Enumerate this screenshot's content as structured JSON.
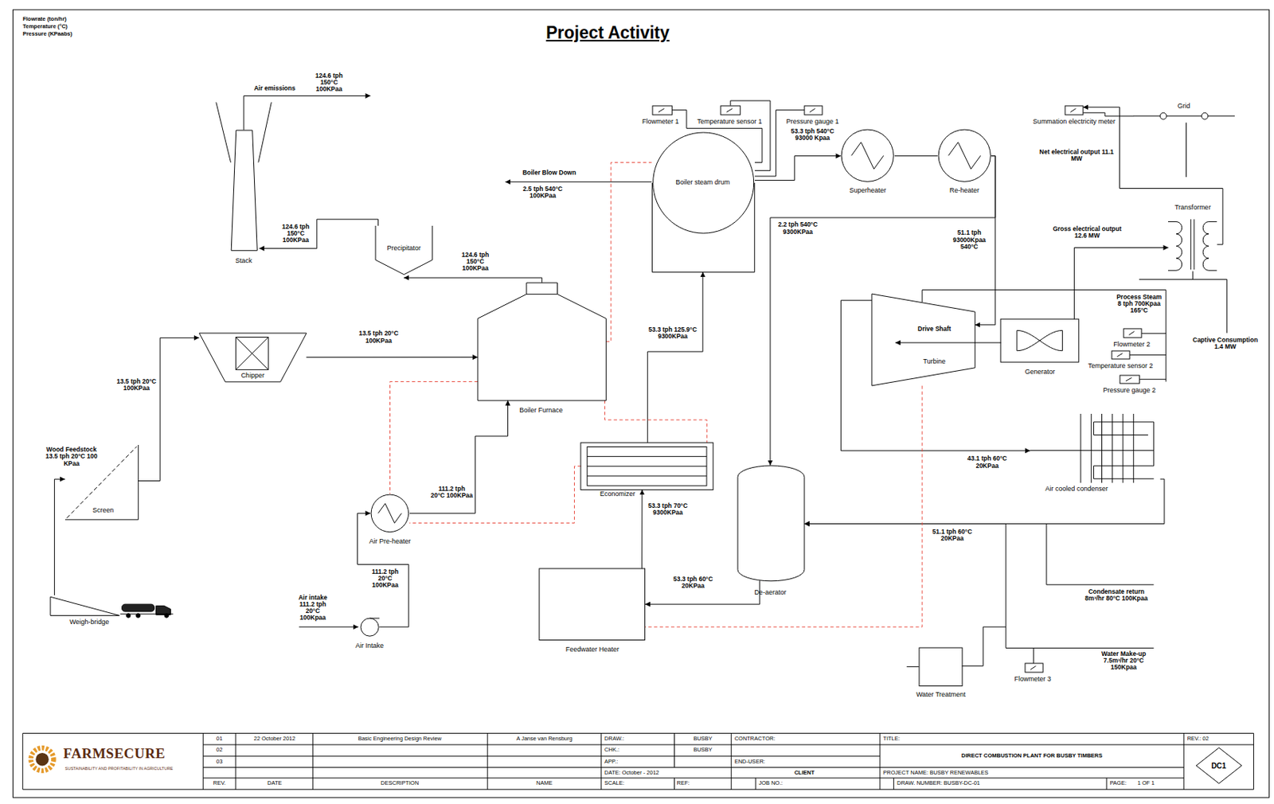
{
  "diagram": {
    "title": "Project Activity",
    "nodes": [
      {
        "text": [
          "Stack"
        ]
      },
      {
        "text": [
          "Precipitator"
        ]
      },
      {
        "text": [
          "Boiler Furnace"
        ]
      },
      {
        "text": [
          "Chipper"
        ]
      },
      {
        "text": [
          "Screen"
        ]
      },
      {
        "text": [
          "Weigh-bridge"
        ]
      },
      {
        "text": [
          "Air Pre-heater"
        ]
      },
      {
        "text": [
          "Air Intake"
        ]
      },
      {
        "text": [
          "Economizer"
        ]
      },
      {
        "text": [
          "Feedwater Heater"
        ]
      },
      {
        "text": [
          "Boiler steam drum"
        ]
      },
      {
        "text": [
          "Flowmeter 1"
        ]
      },
      {
        "text": [
          "Temperature sensor 1"
        ]
      },
      {
        "text": [
          "Pressure gauge 1"
        ]
      },
      {
        "text": [
          "Superheater"
        ]
      },
      {
        "text": [
          "Re-heater"
        ]
      },
      {
        "text": [
          "De-aerator"
        ]
      },
      {
        "text": [
          "Turbine"
        ]
      },
      {
        "text": [
          "Generator"
        ]
      },
      {
        "text": [
          "Air cooled condenser"
        ]
      },
      {
        "text": [
          "Transformer"
        ]
      },
      {
        "text": [
          "Summation electricity meter"
        ]
      },
      {
        "text": [
          "Grid"
        ]
      },
      {
        "text": [
          "Flowmeter 2"
        ]
      },
      {
        "text": [
          "Temperature sensor 2"
        ]
      },
      {
        "text": [
          "Pressure gauge 2"
        ]
      },
      {
        "text": [
          "Water Treatment"
        ]
      },
      {
        "text": [
          "Flowmeter 3"
        ]
      },
      {
        "text": [
          "DC1"
        ]
      }
    ],
    "edges": [
      {
        "from": 1,
        "to": 0,
        "arrow": "to",
        "label": "124.6 tph 150°C 100KPaa"
      },
      {
        "from": 2,
        "to": 1,
        "arrow": "to",
        "label": "124.6 tph 150°C 100KPaa"
      },
      {
        "from": 3,
        "to": 2,
        "arrow": "to",
        "label": "13.5 tph 20°C 100KPaa"
      },
      {
        "from": 4,
        "to": 3,
        "arrow": "to",
        "label": "13.5 tph 20°C 100KPaa"
      },
      {
        "from": 5,
        "to": 4,
        "arrow": "to",
        "label": "Wood Feedstock 13.5 tph 20°C 100 KPaa"
      },
      {
        "from": 7,
        "to": 6,
        "arrow": "to",
        "label": "111.2 tph 20°C 100KPaa"
      },
      {
        "from": 6,
        "to": 2,
        "arrow": "to",
        "label": "111.2 tph 20°C 100KPaa"
      },
      {
        "from": 9,
        "to": 8,
        "arrow": "to",
        "label": "53.3 tph 70°C 9300KPaa"
      },
      {
        "from": 8,
        "to": 10,
        "arrow": "to",
        "label": "53.3 tph 125.9°C 9300KPaa"
      },
      {
        "from": 10,
        "to": 14,
        "arrow": "to",
        "label": "53.3 tph 540°C 93000 Kpaa"
      },
      {
        "from": 14,
        "to": 15,
        "arrow": "none"
      },
      {
        "from": 15,
        "to": 16,
        "arrow": "to",
        "label": "2.2 tph 540°C 9300KPaa"
      },
      {
        "from": 15,
        "to": 17,
        "arrow": "to",
        "label": "51.1 tph 93000Kpaa 540°C"
      },
      {
        "from": 17,
        "to": 19,
        "arrow": "to",
        "label": "43.1 tph 60°C 20KPaa"
      },
      {
        "from": 19,
        "to": 16,
        "arrow": "to",
        "label": "51.1 tph 60°C 20KPaa"
      },
      {
        "from": 16,
        "to": 9,
        "arrow": "to",
        "label": "53.3 tph 60°C 20KPaa"
      },
      {
        "from": 26,
        "to": 16,
        "arrow": "to"
      },
      {
        "from": 11,
        "to": 10,
        "arrow": "none"
      },
      {
        "from": 12,
        "to": 10,
        "arrow": "none"
      },
      {
        "from": 13,
        "to": 10,
        "arrow": "none"
      },
      {
        "from": 18,
        "to": 20,
        "arrow": "to",
        "label": "Gross electrical output 12.6 MW"
      },
      {
        "from": 20,
        "to": 21,
        "arrow": "to",
        "label": "Net electrical output 11.1 MW"
      },
      {
        "from": 21,
        "to": 22,
        "arrow": "none"
      },
      {
        "from": 2,
        "to": 10,
        "arrow": "none"
      },
      {
        "from": 2,
        "to": 8,
        "arrow": "none"
      },
      {
        "from": 8,
        "to": 6,
        "arrow": "none"
      },
      {
        "from": 2,
        "to": 6,
        "arrow": "none"
      },
      {
        "from": 17,
        "to": 9,
        "arrow": "none"
      }
    ],
    "labels": [
      "Flowrate (ton/hr)",
      "Temperature (°C)",
      "Pressure (KPaabs)",
      "Air emissions",
      "124.6 tph 150°C 100KPaa",
      "Boiler Blow Down",
      "2.5 tph 540°C 100KPaa",
      "Air intake 111.2 tph 20°C 100Kpaa",
      "Drive Shaft",
      "Process Steam 8 tph 700Kpaa 165°C",
      "Captive Consumption 1.4 MW",
      "Condensate return 8m³/hr 80°C 100Kpaa",
      "Water Make-up 7.5m³/hr 20°C 150Kpaa",
      "FARMSECURE",
      "SUSTAINABILITY AND PROFITABILITY IN AGRICULTURE",
      "01",
      "22 October 2012",
      "Basic Engineering Design Review",
      "A Janse van Rensburg",
      "DRAW.:",
      "BUSBY",
      "CONTRACTOR:",
      "TITLE:",
      "REV.: 02",
      "02",
      "CHK.:",
      "BUSBY",
      "DIRECT COMBUSTION PLANT FOR BUSBY TIMBERS",
      "03",
      "APP.:",
      "END-USER:",
      "DATE: October - 2012",
      "CLIENT",
      "PROJECT NAME: BUSBY RENEWABLES",
      "REV.",
      "DATE",
      "DESCRIPTION",
      "NAME",
      "SCALE:",
      "REF:",
      "JOB NO.:",
      "DRAW. NUMBER: BUSBY-DC-01",
      "PAGE:",
      "1 OF 1"
    ]
  }
}
